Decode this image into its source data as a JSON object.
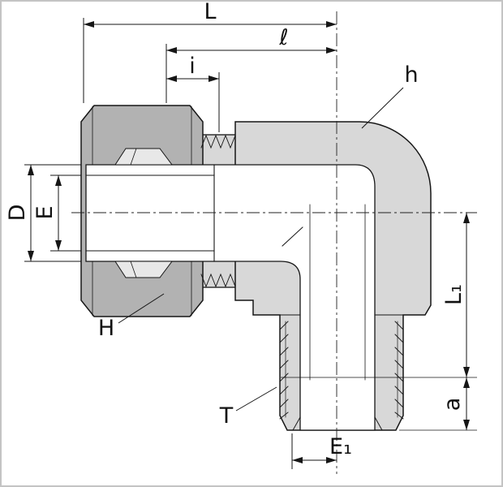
{
  "drawing": {
    "labels": {
      "L": "L",
      "ell": "ℓ",
      "i": "i",
      "h": "h",
      "D": "D",
      "E": "E",
      "H": "H",
      "T": "T",
      "E1": "E₁",
      "L1": "L₁",
      "a": "a"
    },
    "colors": {
      "outline": "#161616",
      "body_fill": "#d8d8d8",
      "nut_fill": "#b2b2b2",
      "ferrule_fill": "#e8e8e8",
      "background": "#ffffff"
    }
  }
}
